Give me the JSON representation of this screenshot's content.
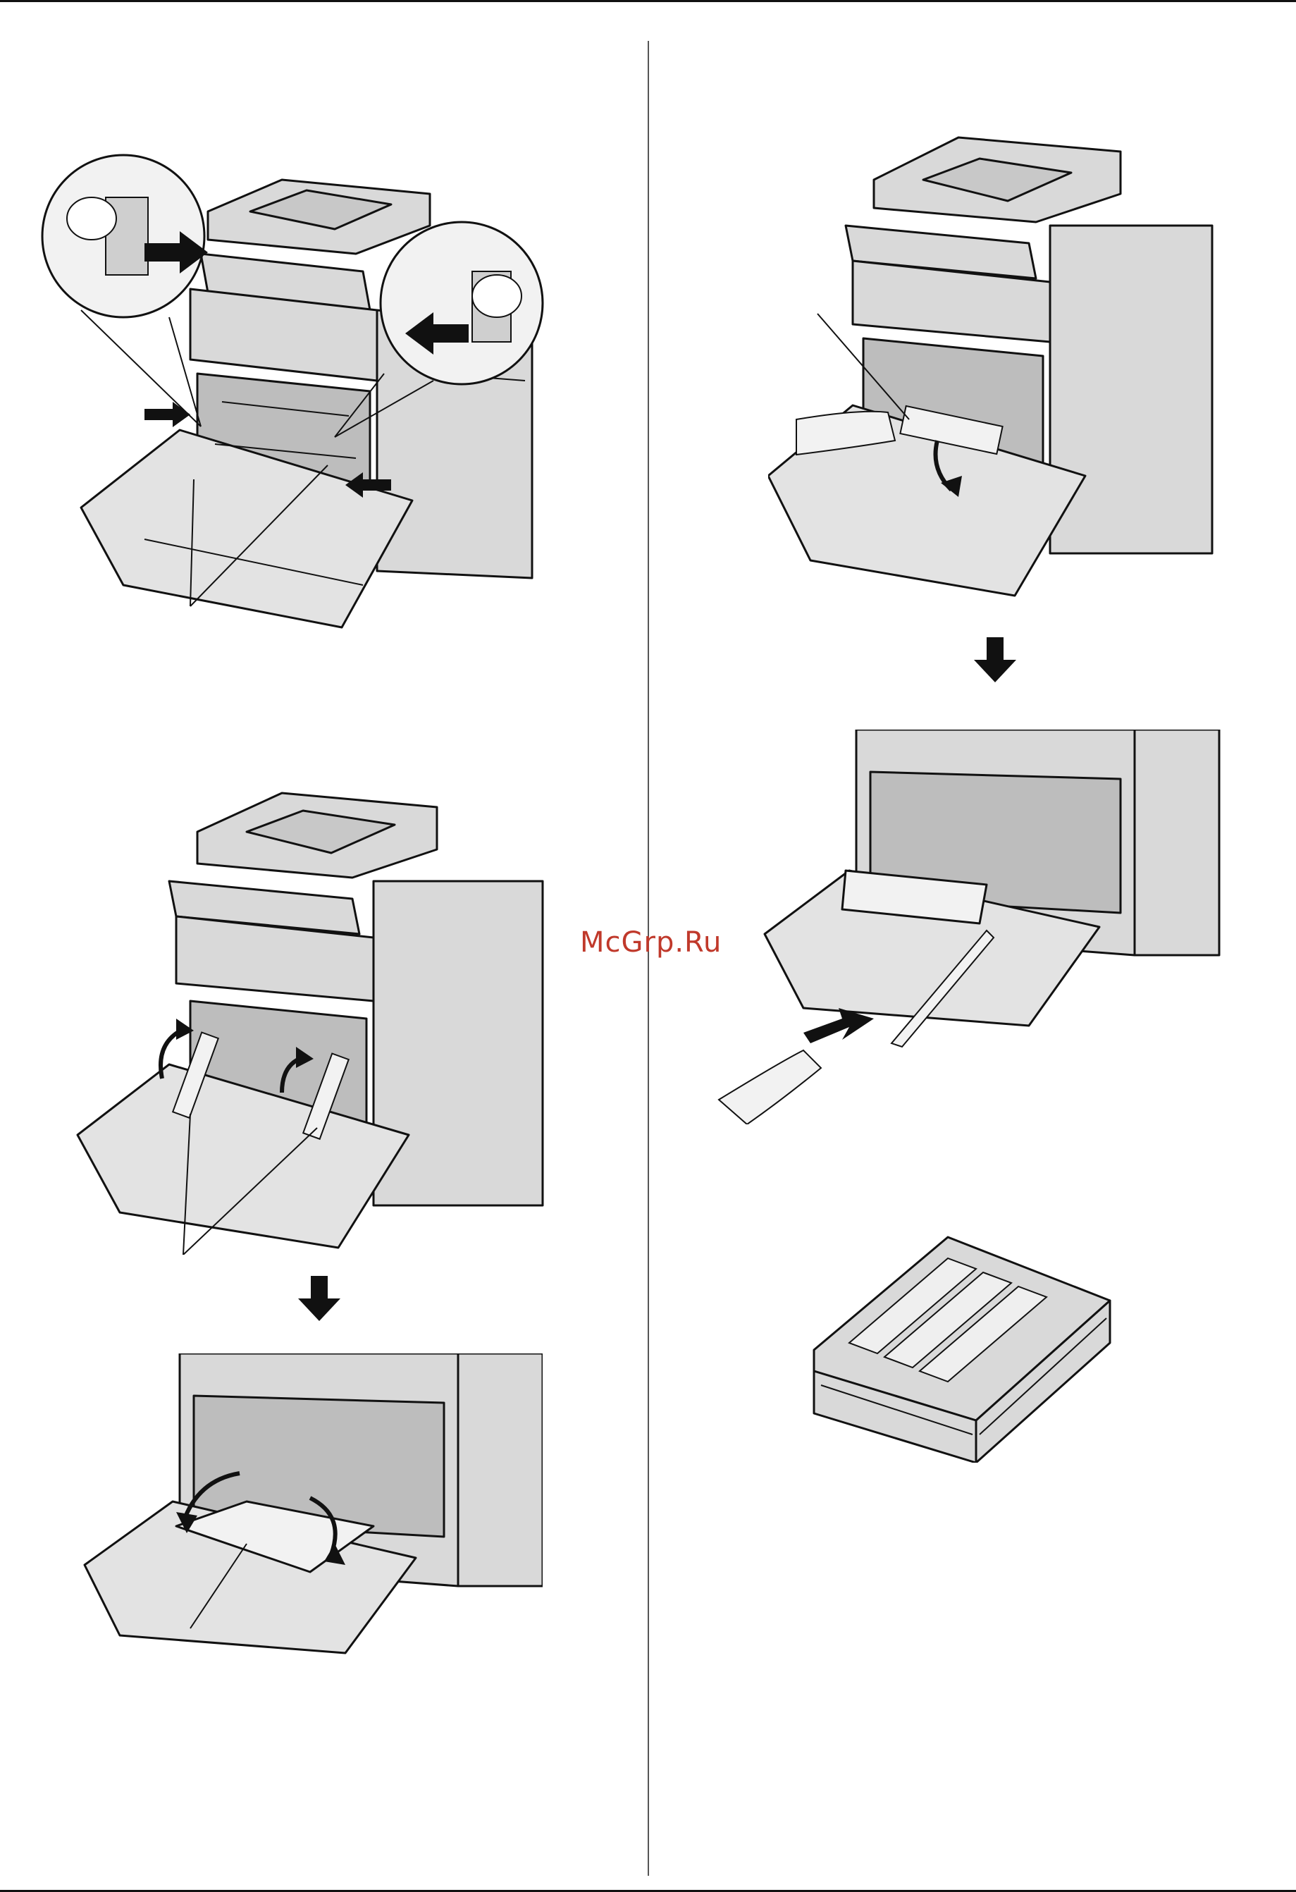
{
  "page": {
    "watermark_text": "McGrp.Ru",
    "watermark_color": "#c0392b",
    "line_color": "#111111",
    "illustration_fill": "#d9d9d9"
  },
  "illustrations": [
    {
      "name": "release-levers-illustration",
      "icon": "printer-with-magnified-levers"
    },
    {
      "name": "lift-levers-illustration",
      "icon": "printer-front-open-levers-up"
    },
    {
      "name": "lower-cover-illustration",
      "icon": "printer-transfer-cover-down"
    },
    {
      "name": "grip-handle-illustration",
      "icon": "printer-hand-grip-handle"
    },
    {
      "name": "pull-out-unit-illustration",
      "icon": "printer-hand-pull-unit"
    },
    {
      "name": "removed-unit-illustration",
      "icon": "drum-unit"
    }
  ]
}
